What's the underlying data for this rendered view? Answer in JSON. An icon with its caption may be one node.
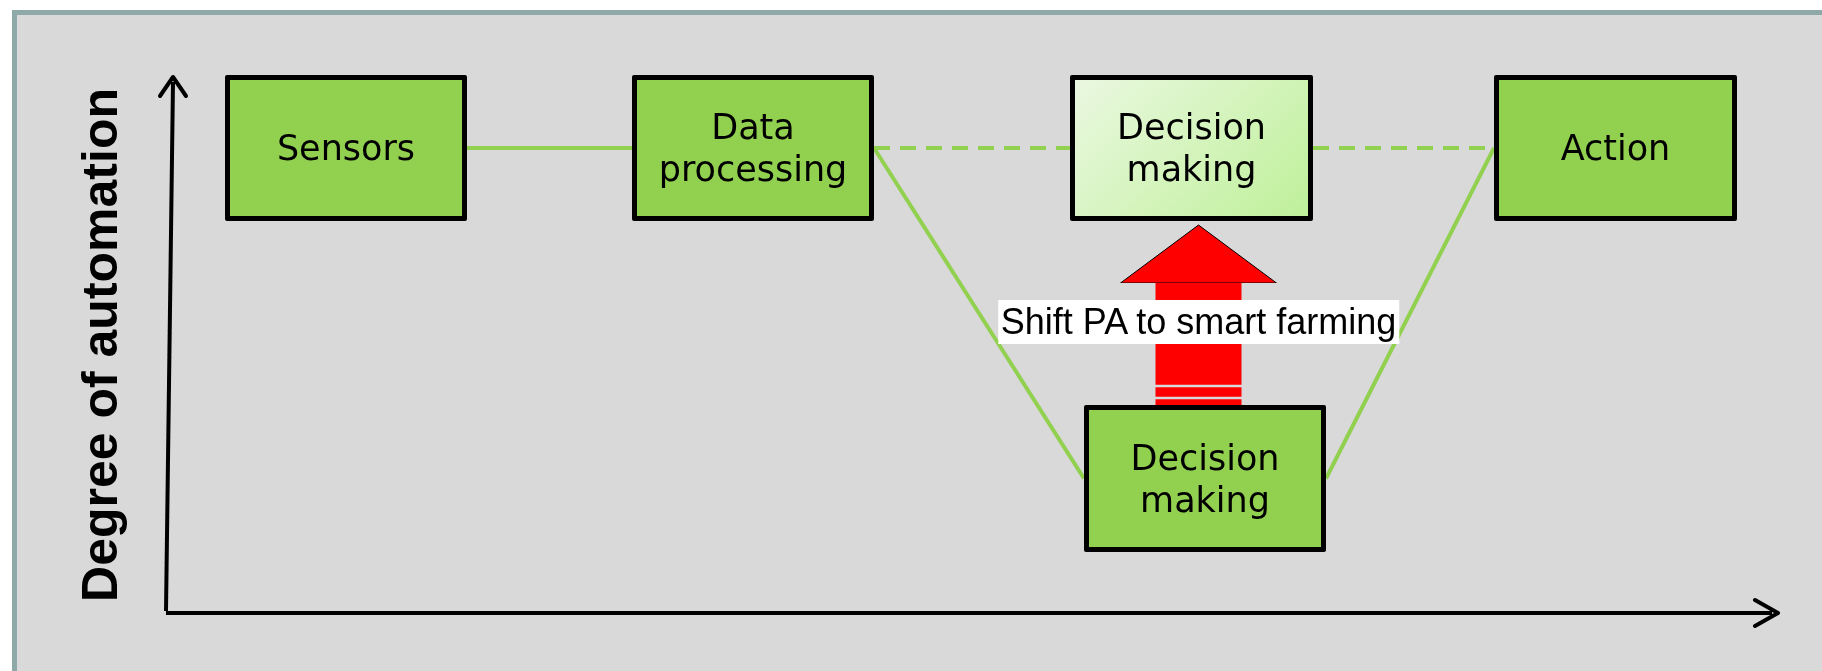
{
  "diagram": {
    "nodes": [
      {
        "text": [
          "Sensors"
        ]
      },
      {
        "text": [
          "Data processing"
        ]
      },
      {
        "text": [
          "Decision making"
        ]
      },
      {
        "text": [
          "Action"
        ]
      },
      {
        "text": [
          "Decision making"
        ]
      }
    ],
    "edges": [
      {
        "from": 0,
        "to": 1,
        "arrow": "none"
      },
      {
        "from": 1,
        "to": 2,
        "arrow": "none",
        "style": "dashed"
      },
      {
        "from": 2,
        "to": 3,
        "arrow": "none",
        "style": "dashed"
      },
      {
        "from": 1,
        "to": 4,
        "arrow": "none"
      },
      {
        "from": 4,
        "to": 3,
        "arrow": "none"
      },
      {
        "from": 4,
        "to": 2,
        "arrow": "to",
        "label": "Shift PA to smart farming",
        "style": "thick",
        "color": "#ff0000"
      }
    ],
    "labels": [
      "Degree of automation"
    ]
  }
}
